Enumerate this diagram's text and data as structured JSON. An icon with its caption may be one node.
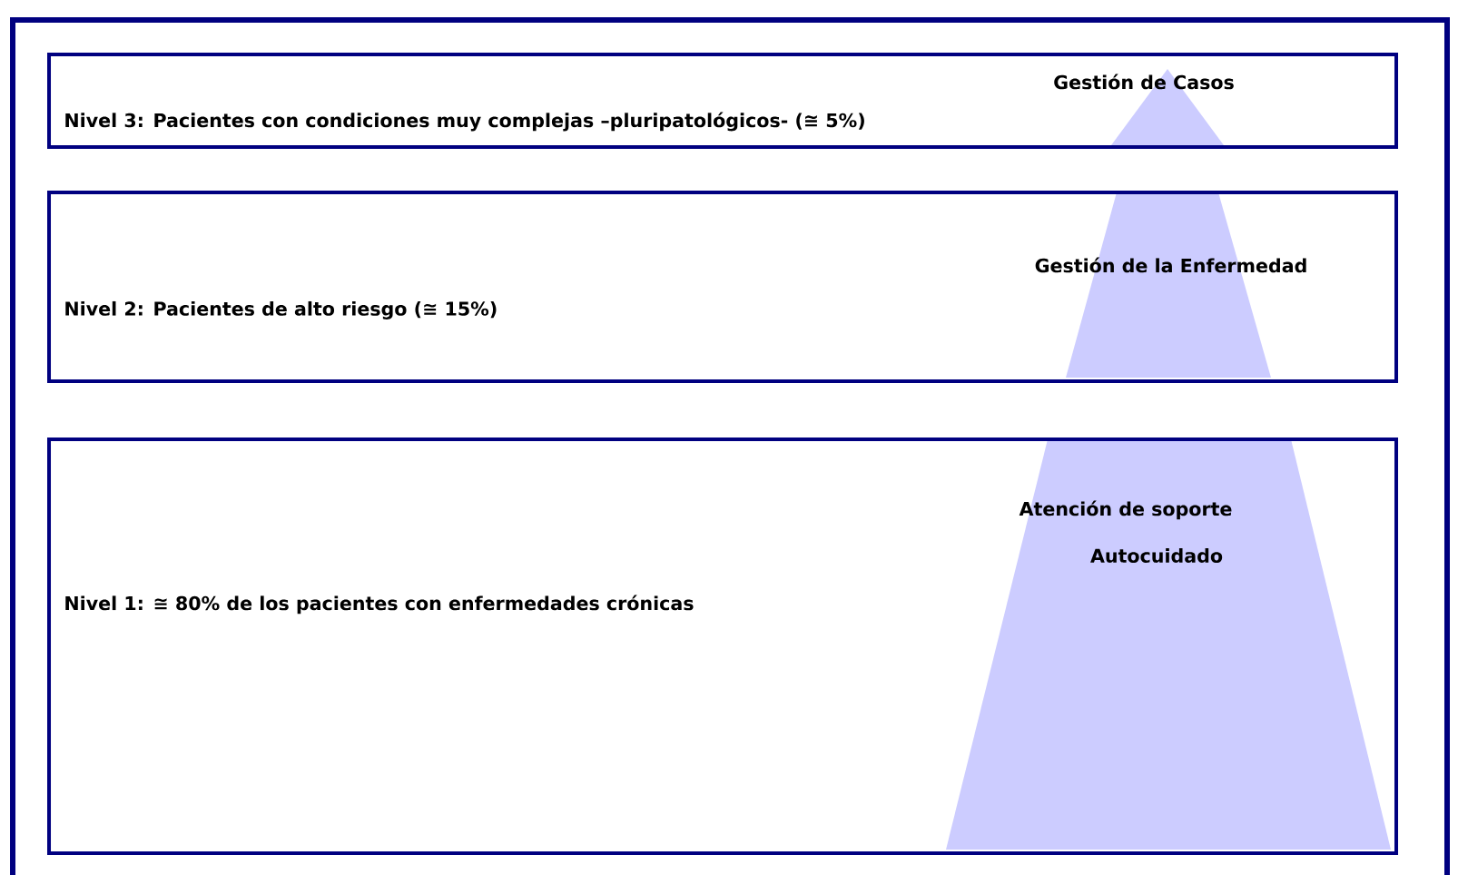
{
  "diagram": {
    "nodes": [
      {
        "text": [],
        "shape": "box"
      },
      {
        "text": [
          "Nivel 3: Pacientes con condiciones muy complejas –pluripatológicos- (≅ 5%)"
        ],
        "in": 0
      },
      {
        "text": [
          "Gestión de Casos"
        ],
        "in": 1
      },
      {
        "text": [
          "Nivel 2: Pacientes de alto riesgo (≅ 15%)"
        ],
        "in": 0
      },
      {
        "text": [
          "Gestión de la Enfermedad"
        ],
        "in": 3
      },
      {
        "text": [
          "Nivel 1: ≅ 80% de los pacientes con enfermedades crónicas"
        ],
        "in": 0
      },
      {
        "text": [
          "Atención de soporte",
          "Autocuidado"
        ],
        "in": 5
      }
    ]
  }
}
